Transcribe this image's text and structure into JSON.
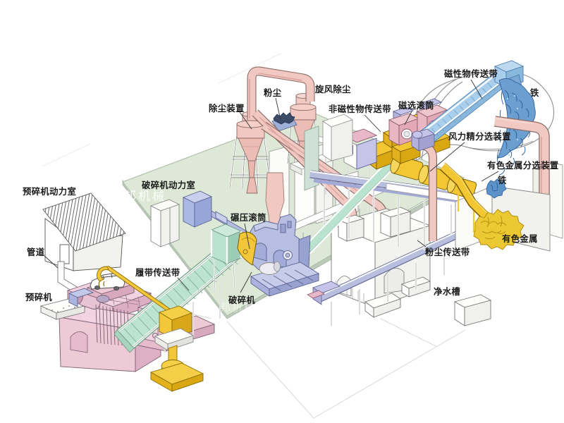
{
  "figure": {
    "type": "isometric-process-diagram",
    "subject": "scrap metal crushing and sorting production line",
    "background": "#ffffff"
  },
  "labels": {
    "dust_collector": "除尘装置",
    "dust": "粉尘",
    "cyclone_dust_removal": "旋风除尘",
    "magnetic_conveyor": "磁性物传送带",
    "iron_top": "铁",
    "nonmagnetic_conveyor": "非磁性物传送带",
    "magnetic_drum": "磁选滚筒",
    "wind_separator": "风力精分选装置",
    "nonferrous_separator": "有色金属分选装置",
    "iron_right": "铁",
    "precrusher_power_room": "预碎机动力室",
    "crusher_power_room": "破碎机动力室",
    "pipe": "管道",
    "precrusher": "预碎机",
    "track_conveyor": "履带传送带",
    "rolling_drum": "碾压滚筒",
    "crusher": "破碎机",
    "dust_conveyor": "粉尘传送带",
    "clean_water_tank": "净水槽",
    "nonferrous_metal": "有色金属"
  },
  "watermark": {
    "text": "邦机械"
  },
  "palette": {
    "floor_green": "#dce8d5",
    "machine_pink": "#eec9d6",
    "pipe_pink": "#f2c9c2",
    "conveyor_mint": "#bce3d0",
    "crusher_lavender": "#b6bee2",
    "conveyor_blue": "#a9cfec",
    "separator_yellow": "#f3c731",
    "iron_blue": "#5b93c9",
    "label_ink": "#1b1b1b"
  }
}
